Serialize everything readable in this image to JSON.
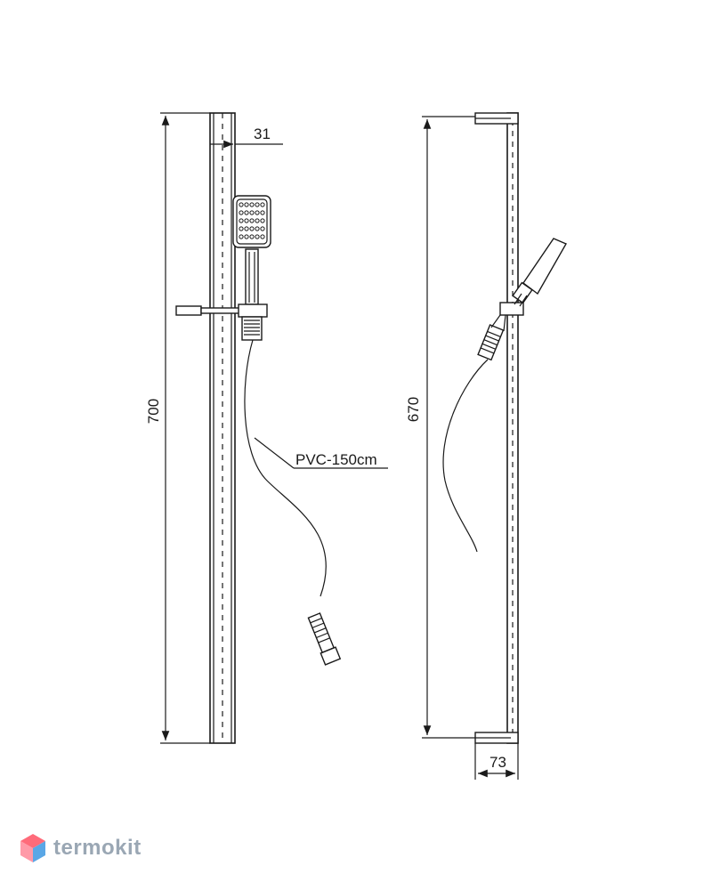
{
  "dimensions": {
    "front_height": "700",
    "bar_width": "31",
    "side_height": "670",
    "depth": "73"
  },
  "labels": {
    "hose": "PVC-150cm"
  },
  "brand": {
    "name": "termokit",
    "colors": {
      "top": "#ff6b7a",
      "left": "#ff9aa8",
      "right": "#5aa7e6"
    }
  }
}
